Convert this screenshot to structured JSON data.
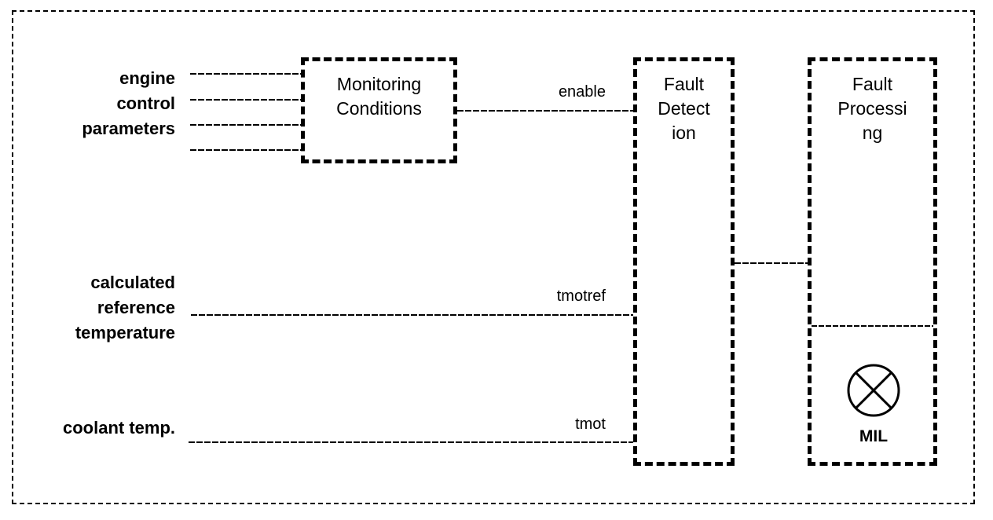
{
  "diagram": {
    "colors": {
      "ink": "#000000",
      "background": "#ffffff"
    },
    "inputs": {
      "engine_params_lines": [
        "engine",
        "control",
        "parameters"
      ],
      "calc_ref_temp_lines": [
        "calculated",
        "reference",
        "temperature"
      ],
      "coolant_label": "coolant temp."
    },
    "signals": {
      "enable": "enable",
      "tmotref": "tmotref",
      "tmot": "tmot"
    },
    "blocks": {
      "monitoring": {
        "lines": [
          "Monitoring",
          "Conditions"
        ]
      },
      "fault_detection": {
        "lines": [
          "Fault",
          "Detect",
          "ion"
        ]
      },
      "fault_processing": {
        "lines": [
          "Fault",
          "Processi",
          "ng"
        ]
      },
      "mil_label": "MIL"
    }
  }
}
